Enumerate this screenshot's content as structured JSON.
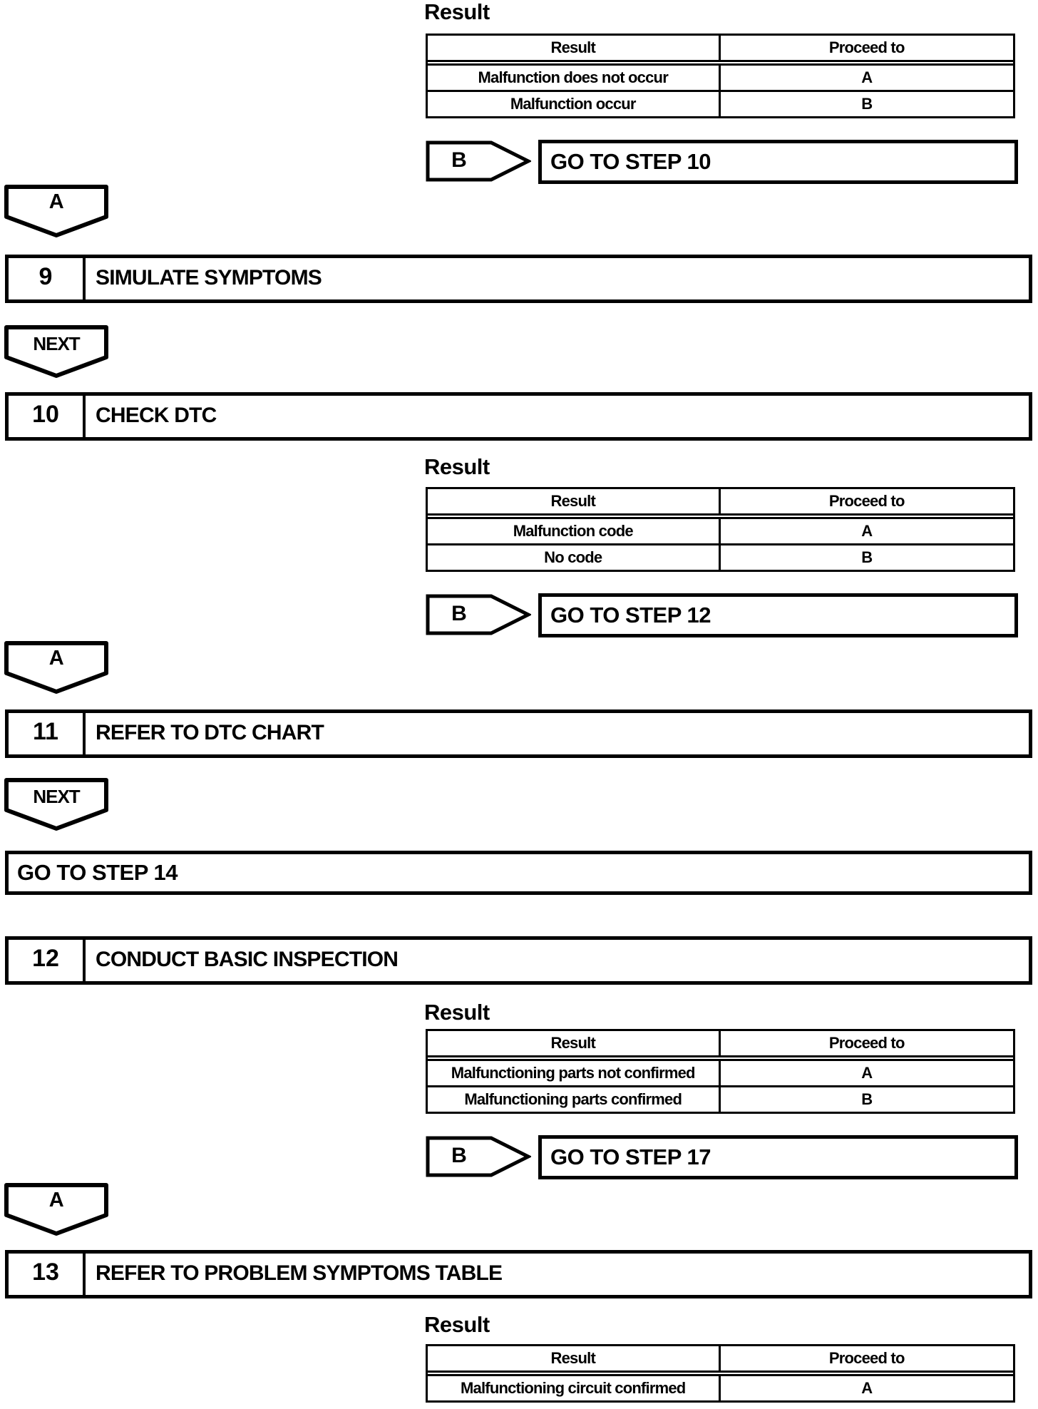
{
  "labels": {
    "result_heading": "Result"
  },
  "connectors": {
    "a": "A",
    "b": "B",
    "next": "NEXT"
  },
  "steps": [
    {
      "number": "9",
      "title": "SIMULATE SYMPTOMS"
    },
    {
      "number": "10",
      "title": "CHECK DTC"
    },
    {
      "number": "11",
      "title": "REFER TO DTC CHART"
    },
    {
      "number": "12",
      "title": "CONDUCT BASIC INSPECTION"
    },
    {
      "number": "13",
      "title": "REFER TO PROBLEM SYMPTOMS TABLE"
    }
  ],
  "gotos": {
    "step10": "GO TO STEP 10",
    "step12": "GO TO STEP 12",
    "step14": "GO TO STEP 14",
    "step17": "GO TO STEP 17"
  },
  "tables": [
    {
      "header": {
        "result": "Result",
        "proceed": "Proceed to"
      },
      "rows": [
        {
          "result": "Malfunction does not occur",
          "proceed": "A"
        },
        {
          "result": "Malfunction occur",
          "proceed": "B"
        }
      ]
    },
    {
      "header": {
        "result": "Result",
        "proceed": "Proceed to"
      },
      "rows": [
        {
          "result": "Malfunction code",
          "proceed": "A"
        },
        {
          "result": "No code",
          "proceed": "B"
        }
      ]
    },
    {
      "header": {
        "result": "Result",
        "proceed": "Proceed to"
      },
      "rows": [
        {
          "result": "Malfunctioning parts not confirmed",
          "proceed": "A"
        },
        {
          "result": "Malfunctioning parts confirmed",
          "proceed": "B"
        }
      ]
    },
    {
      "header": {
        "result": "Result",
        "proceed": "Proceed to"
      },
      "rows": [
        {
          "result": "Malfunctioning circuit confirmed",
          "proceed": "A"
        }
      ]
    }
  ],
  "colors": {
    "ink": "#000000",
    "paper": "#ffffff"
  }
}
